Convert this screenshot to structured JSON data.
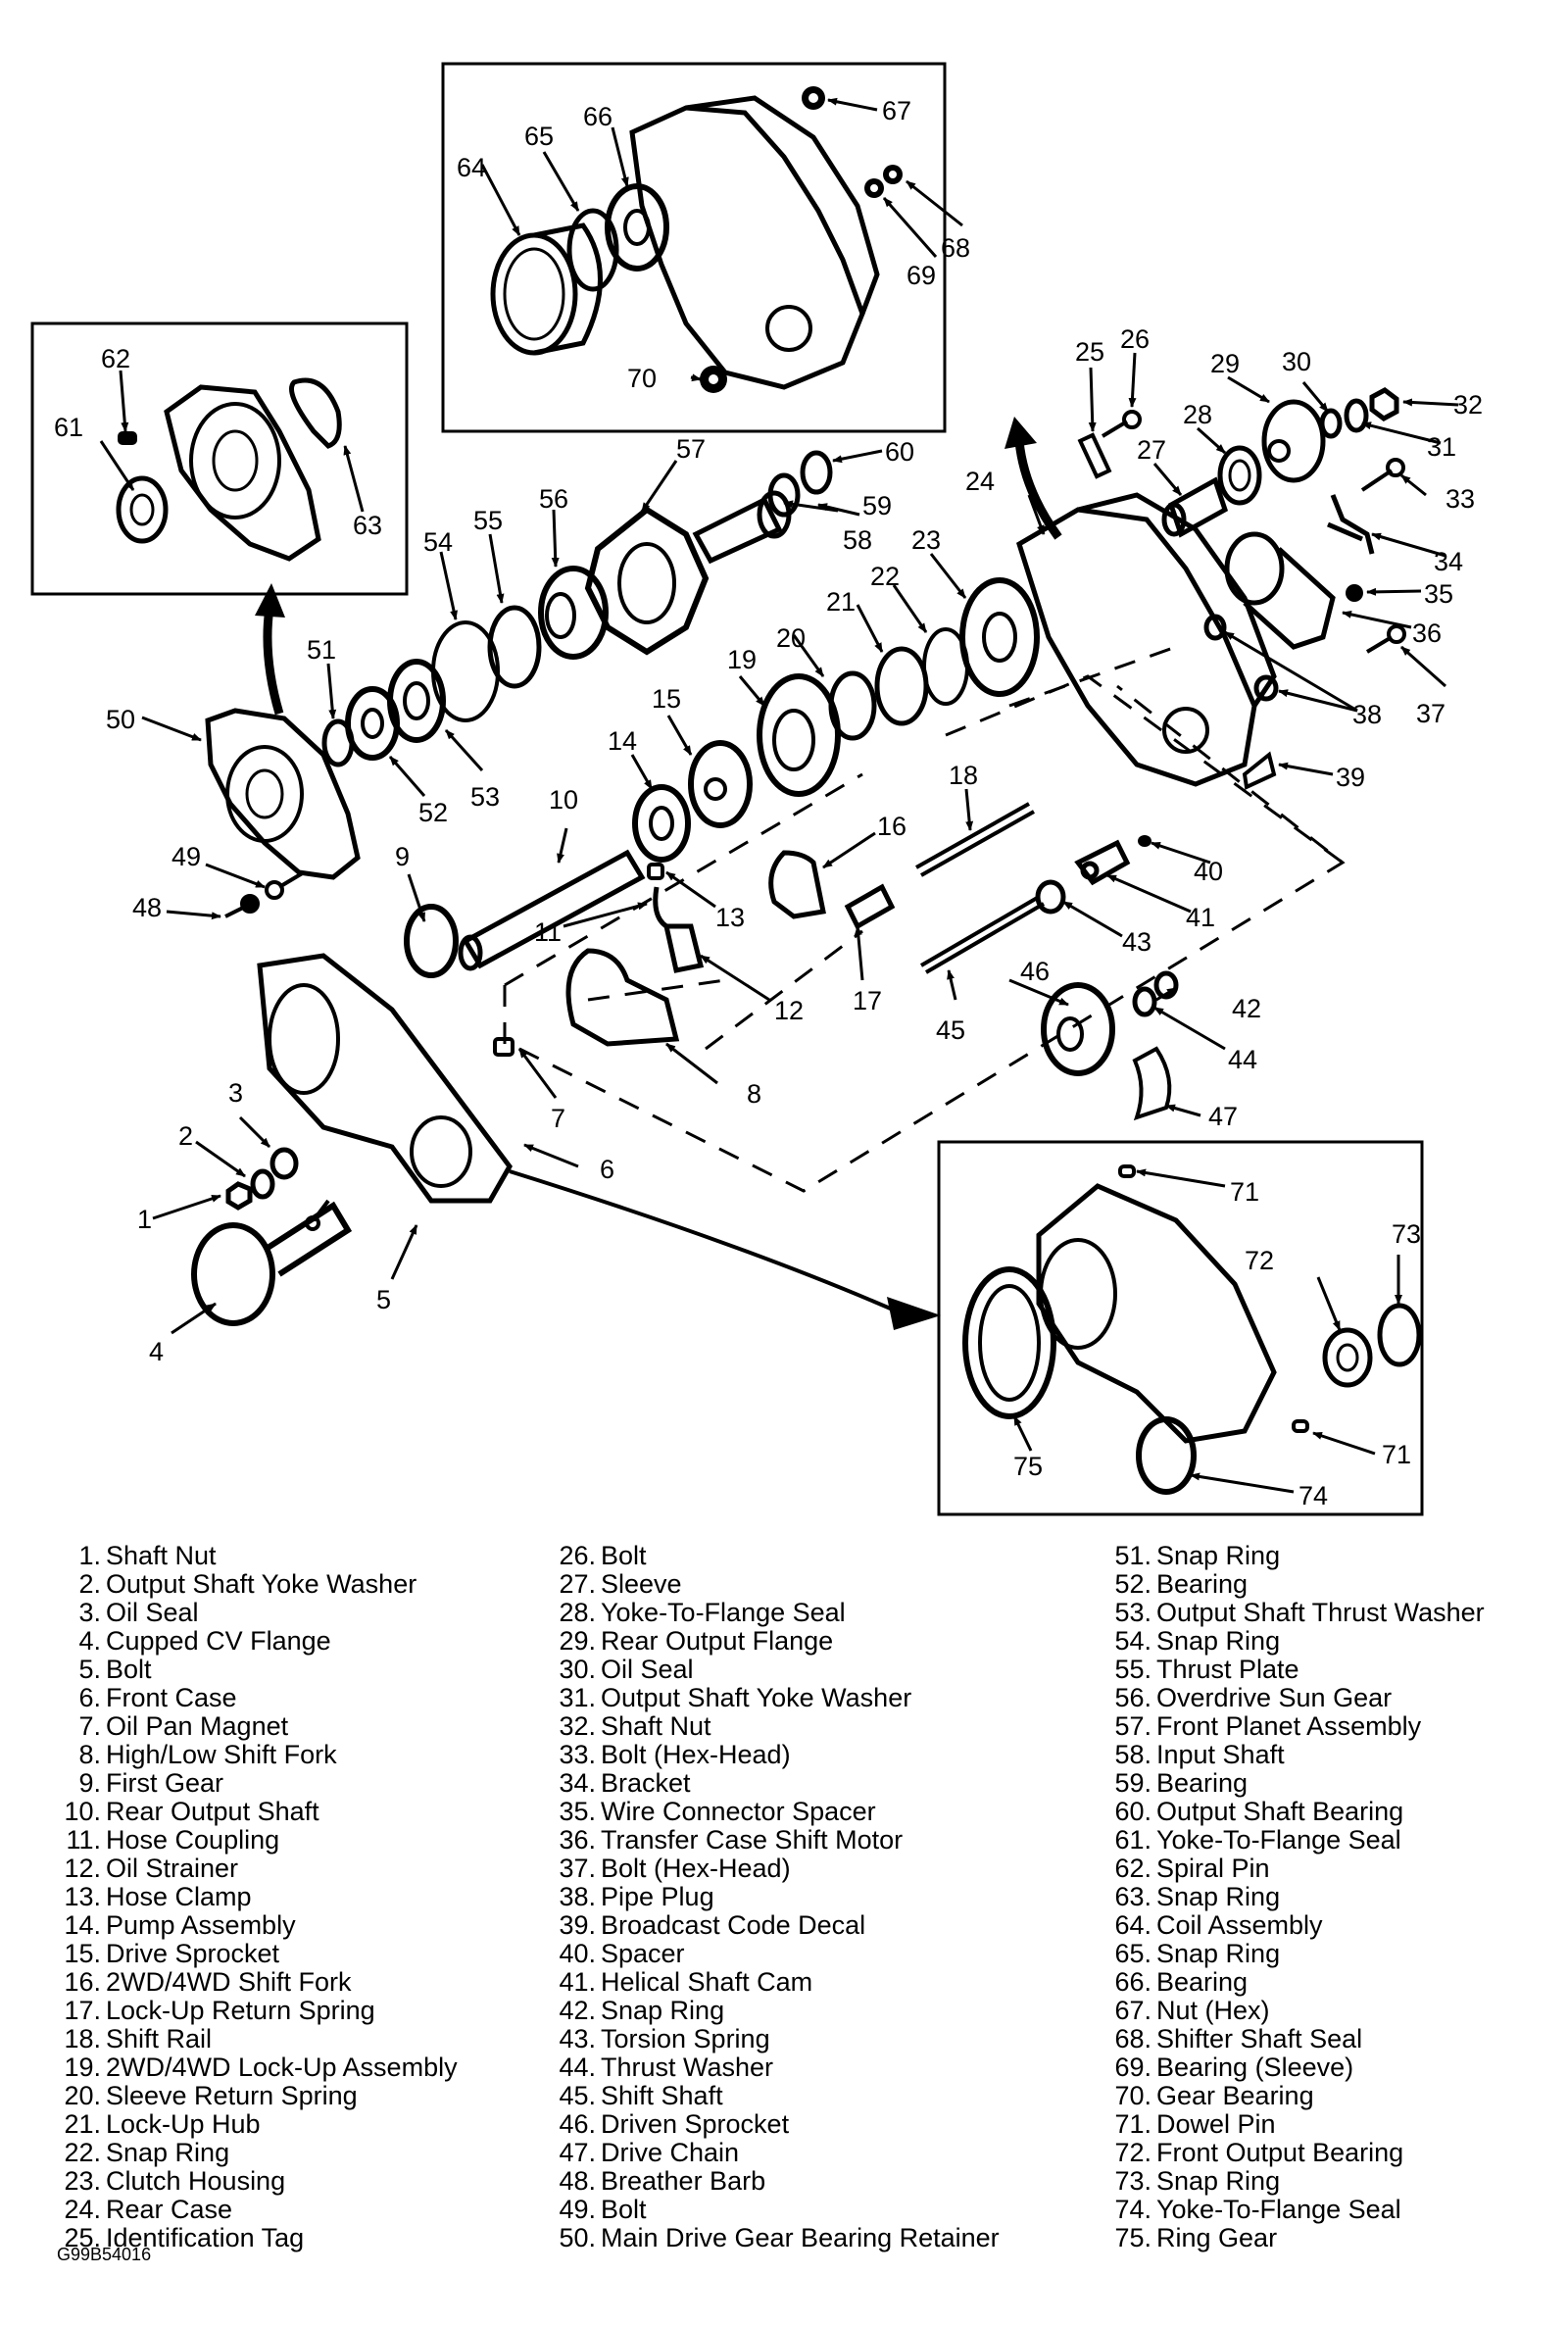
{
  "figure": {
    "title": "Transfer Case Exploded View",
    "figure_id": "G99B54016",
    "colors": {
      "line": "#000000",
      "background": "#ffffff"
    }
  },
  "callouts": {
    "n1": "1",
    "n2": "2",
    "n3": "3",
    "n4": "4",
    "n5": "5",
    "n6": "6",
    "n7": "7",
    "n8": "8",
    "n9": "9",
    "n10": "10",
    "n11": "11",
    "n12": "12",
    "n13": "13",
    "n14": "14",
    "n15": "15",
    "n16": "16",
    "n17": "17",
    "n18": "18",
    "n19": "19",
    "n20": "20",
    "n21": "21",
    "n22": "22",
    "n23": "23",
    "n24": "24",
    "n25": "25",
    "n26": "26",
    "n27": "27",
    "n28": "28",
    "n29": "29",
    "n30": "30",
    "n31": "31",
    "n32": "32",
    "n33": "33",
    "n34": "34",
    "n35": "35",
    "n36": "36",
    "n37": "37",
    "n38": "38",
    "n39": "39",
    "n40": "40",
    "n41": "41",
    "n42": "42",
    "n43": "43",
    "n44": "44",
    "n45": "45",
    "n46": "46",
    "n47": "47",
    "n48": "48",
    "n49": "49",
    "n50": "50",
    "n51": "51",
    "n52": "52",
    "n53": "53",
    "n54": "54",
    "n55": "55",
    "n56": "56",
    "n57": "57",
    "n58": "58",
    "n59": "59",
    "n60": "60",
    "n61": "61",
    "n62": "62",
    "n63": "63",
    "n64": "64",
    "n65": "65",
    "n66": "66",
    "n67": "67",
    "n68": "68",
    "n69": "69",
    "n70": "70",
    "n71": "71",
    "n72": "72",
    "n73": "73",
    "n74": "74",
    "n75": "75"
  },
  "legend": {
    "columns": [
      [
        {
          "num": "1.",
          "label": "Shaft Nut"
        },
        {
          "num": "2.",
          "label": "Output Shaft Yoke Washer"
        },
        {
          "num": "3.",
          "label": "Oil Seal"
        },
        {
          "num": "4.",
          "label": "Cupped CV Flange"
        },
        {
          "num": "5.",
          "label": "Bolt"
        },
        {
          "num": "6.",
          "label": "Front Case"
        },
        {
          "num": "7.",
          "label": "Oil Pan Magnet"
        },
        {
          "num": "8.",
          "label": "High/Low Shift Fork"
        },
        {
          "num": "9.",
          "label": "First Gear"
        },
        {
          "num": "10.",
          "label": "Rear Output Shaft"
        },
        {
          "num": "11.",
          "label": "Hose Coupling"
        },
        {
          "num": "12.",
          "label": "Oil Strainer"
        },
        {
          "num": "13.",
          "label": "Hose Clamp"
        },
        {
          "num": "14.",
          "label": "Pump Assembly"
        },
        {
          "num": "15.",
          "label": "Drive Sprocket"
        },
        {
          "num": "16.",
          "label": "2WD/4WD Shift Fork"
        },
        {
          "num": "17.",
          "label": "Lock-Up Return Spring"
        },
        {
          "num": "18.",
          "label": "Shift Rail"
        },
        {
          "num": "19.",
          "label": "2WD/4WD Lock-Up Assembly"
        },
        {
          "num": "20.",
          "label": "Sleeve Return Spring"
        },
        {
          "num": "21.",
          "label": "Lock-Up Hub"
        },
        {
          "num": "22.",
          "label": "Snap Ring"
        },
        {
          "num": "23.",
          "label": "Clutch Housing"
        },
        {
          "num": "24.",
          "label": "Rear Case"
        },
        {
          "num": "25.",
          "label": "Identification Tag"
        }
      ],
      [
        {
          "num": "26.",
          "label": "Bolt"
        },
        {
          "num": "27.",
          "label": "Sleeve"
        },
        {
          "num": "28.",
          "label": "Yoke-To-Flange Seal"
        },
        {
          "num": "29.",
          "label": "Rear Output Flange"
        },
        {
          "num": "30.",
          "label": "Oil Seal"
        },
        {
          "num": "31.",
          "label": "Output Shaft Yoke Washer"
        },
        {
          "num": "32.",
          "label": "Shaft Nut"
        },
        {
          "num": "33.",
          "label": "Bolt (Hex-Head)"
        },
        {
          "num": "34.",
          "label": "Bracket"
        },
        {
          "num": "35.",
          "label": "Wire Connector Spacer"
        },
        {
          "num": "36.",
          "label": "Transfer Case Shift Motor"
        },
        {
          "num": "37.",
          "label": "Bolt (Hex-Head)"
        },
        {
          "num": "38.",
          "label": "Pipe Plug"
        },
        {
          "num": "39.",
          "label": "Broadcast Code Decal"
        },
        {
          "num": "40.",
          "label": "Spacer"
        },
        {
          "num": "41.",
          "label": "Helical Shaft Cam"
        },
        {
          "num": "42.",
          "label": "Snap Ring"
        },
        {
          "num": "43.",
          "label": "Torsion Spring"
        },
        {
          "num": "44.",
          "label": "Thrust Washer"
        },
        {
          "num": "45.",
          "label": "Shift Shaft"
        },
        {
          "num": "46.",
          "label": "Driven Sprocket"
        },
        {
          "num": "47.",
          "label": "Drive Chain"
        },
        {
          "num": "48.",
          "label": "Breather Barb"
        },
        {
          "num": "49.",
          "label": "Bolt"
        },
        {
          "num": "50.",
          "label": "Main Drive Gear Bearing Retainer"
        }
      ],
      [
        {
          "num": "51.",
          "label": "Snap Ring"
        },
        {
          "num": "52.",
          "label": "Bearing"
        },
        {
          "num": "53.",
          "label": "Output Shaft Thrust Washer"
        },
        {
          "num": "54.",
          "label": "Snap Ring"
        },
        {
          "num": "55.",
          "label": "Thrust Plate"
        },
        {
          "num": "56.",
          "label": "Overdrive Sun Gear"
        },
        {
          "num": "57.",
          "label": "Front Planet Assembly"
        },
        {
          "num": "58.",
          "label": "Input Shaft"
        },
        {
          "num": "59.",
          "label": "Bearing"
        },
        {
          "num": "60.",
          "label": "Output Shaft Bearing"
        },
        {
          "num": "61.",
          "label": "Yoke-To-Flange Seal"
        },
        {
          "num": "62.",
          "label": "Spiral Pin"
        },
        {
          "num": "63.",
          "label": "Snap Ring"
        },
        {
          "num": "64.",
          "label": "Coil Assembly"
        },
        {
          "num": "65.",
          "label": "Snap Ring"
        },
        {
          "num": "66.",
          "label": "Bearing"
        },
        {
          "num": "67.",
          "label": "Nut (Hex)"
        },
        {
          "num": "68.",
          "label": "Shifter Shaft Seal"
        },
        {
          "num": "69.",
          "label": "Bearing (Sleeve)"
        },
        {
          "num": "70.",
          "label": "Gear Bearing"
        },
        {
          "num": "71.",
          "label": "Dowel Pin"
        },
        {
          "num": "72.",
          "label": "Front Output Bearing"
        },
        {
          "num": "73.",
          "label": "Snap Ring"
        },
        {
          "num": "74.",
          "label": "Yoke-To-Flange Seal"
        },
        {
          "num": "75.",
          "label": "Ring Gear"
        }
      ]
    ]
  }
}
